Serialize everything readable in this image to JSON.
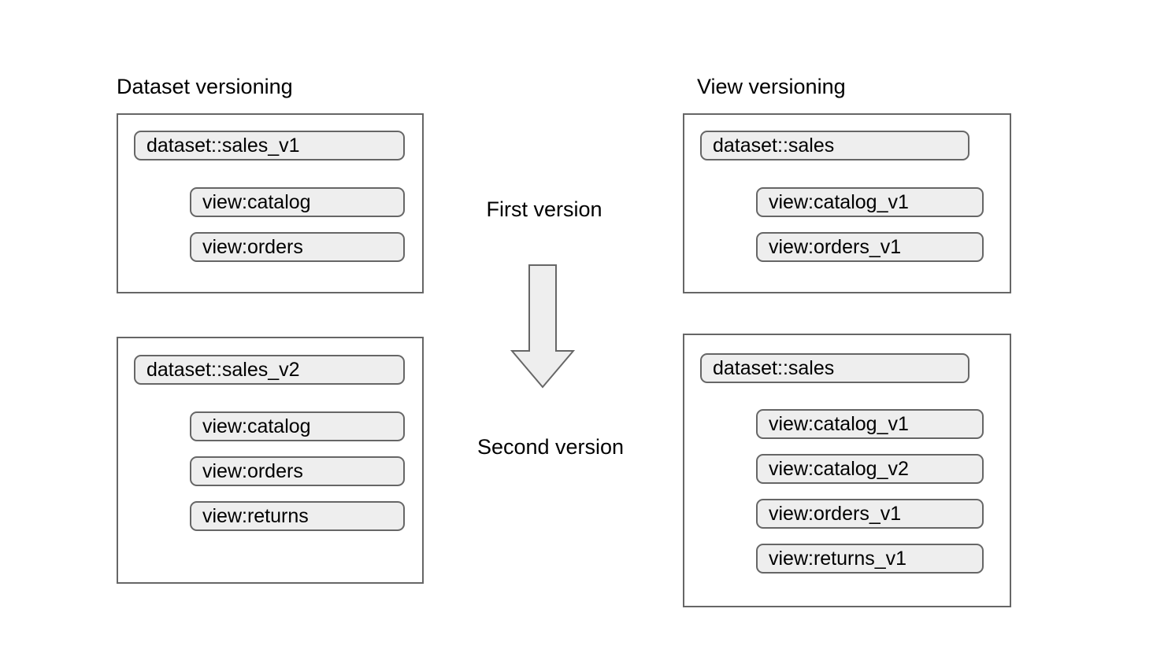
{
  "diagram": {
    "columns": [
      {
        "id": "dataset-versioning",
        "title": "Dataset versioning",
        "groups": [
          {
            "id": "dataset-sales-v1",
            "dataset": "dataset::sales_v1",
            "views": [
              "view:catalog",
              "view:orders"
            ]
          },
          {
            "id": "dataset-sales-v2",
            "dataset": "dataset::sales_v2",
            "views": [
              "view:catalog",
              "view:orders",
              "view:returns"
            ]
          }
        ]
      },
      {
        "id": "view-versioning",
        "title": "View versioning",
        "groups": [
          {
            "id": "view-sales-first",
            "dataset": "dataset::sales",
            "views": [
              "view:catalog_v1",
              "view:orders_v1"
            ]
          },
          {
            "id": "view-sales-second",
            "dataset": "dataset::sales",
            "views": [
              "view:catalog_v1",
              "view:catalog_v2",
              "view:orders_v1",
              "view:returns_v1"
            ]
          }
        ]
      }
    ],
    "center": {
      "first_label": "First version",
      "second_label": "Second version",
      "arrow": "down-arrow-icon"
    },
    "colors": {
      "background": "#ffffff",
      "box_border": "#666666",
      "pill_fill": "#eeeeee",
      "pill_border": "#666666",
      "arrow_fill": "#eeeeee",
      "arrow_border": "#666666",
      "text": "#000000"
    }
  }
}
